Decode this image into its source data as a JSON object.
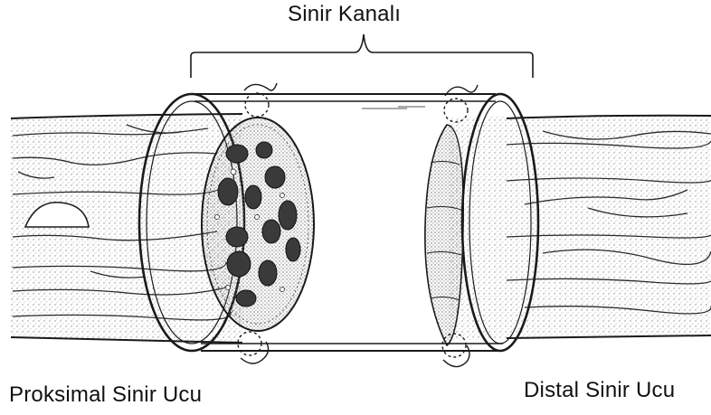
{
  "labels": {
    "conduit": "Sinir Kanalı",
    "proximal_end": "Proksimal Sinir Ucu",
    "distal_end": "Distal Sinir Ucu"
  },
  "colors": {
    "ink": "#1a1a1a",
    "stipple": "#9a9a9a",
    "background": "#ffffff"
  }
}
